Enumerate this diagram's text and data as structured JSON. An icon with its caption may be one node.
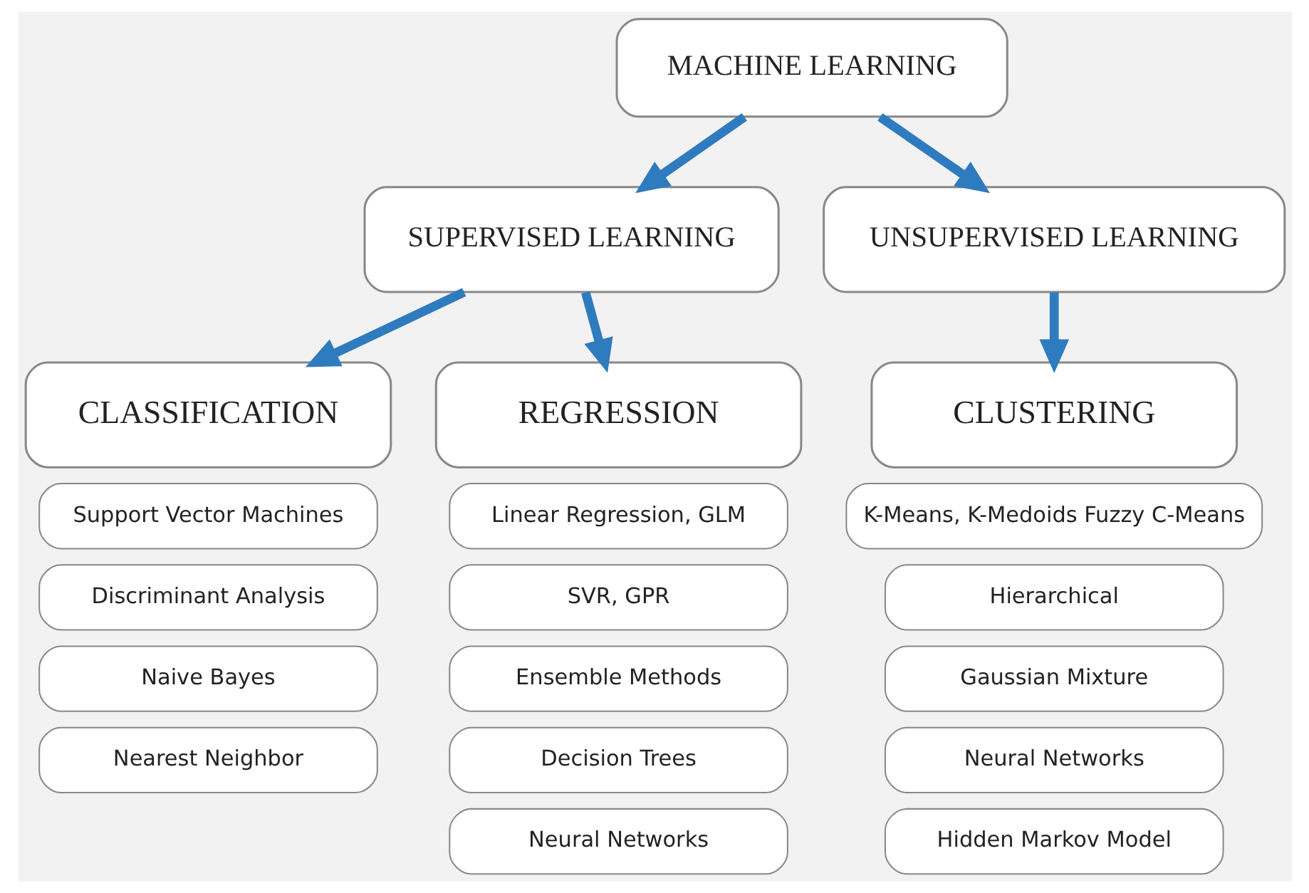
{
  "diagram": {
    "nodes": [
      {
        "text": [
          "MACHINE LEARNING"
        ]
      },
      {
        "text": [
          "SUPERVISED LEARNING"
        ]
      },
      {
        "text": [
          "UNSUPERVISED LEARNING"
        ]
      },
      {
        "text": [
          "CLASSIFICATION"
        ]
      },
      {
        "text": [
          "REGRESSION"
        ]
      },
      {
        "text": [
          "CLUSTERING"
        ]
      },
      {
        "text": [
          "Support Vector Machines"
        ]
      },
      {
        "text": [
          "Discriminant Analysis"
        ]
      },
      {
        "text": [
          "Naive Bayes"
        ]
      },
      {
        "text": [
          "Nearest Neighbor"
        ]
      },
      {
        "text": [
          "Linear Regression, GLM"
        ]
      },
      {
        "text": [
          "SVR, GPR"
        ]
      },
      {
        "text": [
          "Ensemble Methods"
        ]
      },
      {
        "text": [
          "Decision Trees"
        ]
      },
      {
        "text": [
          "Neural Networks"
        ]
      },
      {
        "text": [
          "K-Means, K-Medoids Fuzzy C-Means"
        ]
      },
      {
        "text": [
          "Hierarchical"
        ]
      },
      {
        "text": [
          "Gaussian Mixture"
        ]
      },
      {
        "text": [
          "Neural Networks"
        ]
      },
      {
        "text": [
          "Hidden Markov Model"
        ]
      }
    ],
    "edges": [
      {
        "from": 0,
        "to": 1,
        "arrow": "to"
      },
      {
        "from": 0,
        "to": 2,
        "arrow": "to"
      },
      {
        "from": 1,
        "to": 3,
        "arrow": "to"
      },
      {
        "from": 1,
        "to": 4,
        "arrow": "to"
      },
      {
        "from": 2,
        "to": 5,
        "arrow": "to"
      }
    ]
  }
}
